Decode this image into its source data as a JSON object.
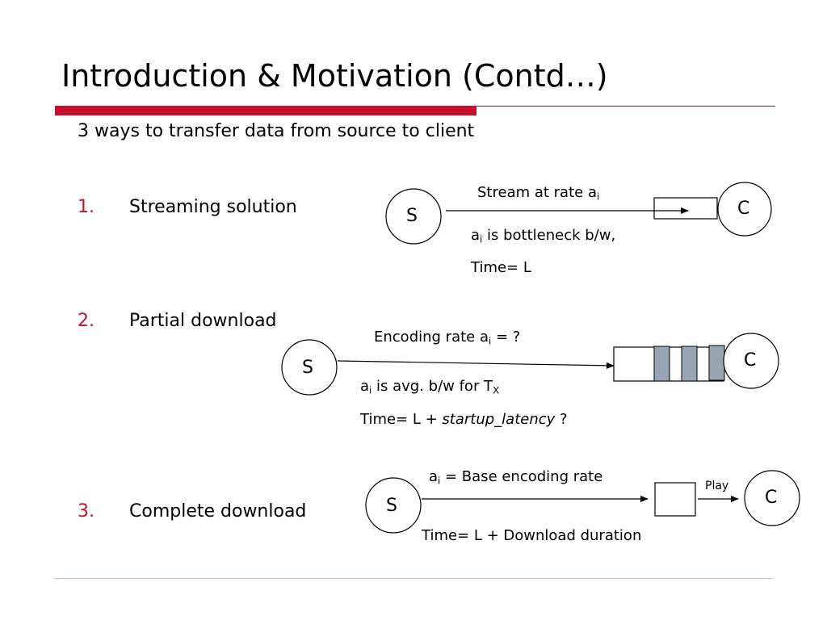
{
  "slide": {
    "title": "Introduction & Motivation (Contd…)",
    "subtitle": "3 ways to transfer data from source to client",
    "items": [
      {
        "number": "1.",
        "label": "Streaming solution"
      },
      {
        "number": "2.",
        "label": "Partial download"
      },
      {
        "number": "3.",
        "label": "Complete download"
      }
    ]
  },
  "diagram1": {
    "source": "S",
    "client": "C",
    "rate_label": "Stream at rate a",
    "rate_sub": "i",
    "note1_pre": "a",
    "note1_sub": "i",
    "note1_post": " is bottleneck b/w,",
    "note2": "Time= L"
  },
  "diagram2": {
    "source": "S",
    "client": "C",
    "rate_label": "Encoding rate a",
    "rate_sub": "i",
    "rate_post": " = ?",
    "note1_pre": "a",
    "note1_sub": "i",
    "note1_mid": " is avg. b/w for T",
    "note1_sub2": "X",
    "note2_pre": "Time=  L + ",
    "note2_italic": "startup_latency",
    "note2_post": " ?"
  },
  "diagram3": {
    "source": "S",
    "client": "C",
    "rate_pre": "a",
    "rate_sub": "i",
    "rate_post": " = Base encoding rate",
    "play": "Play",
    "note": "Time=  L + Download duration"
  },
  "colors": {
    "accent": "#c8102e",
    "buffer_fill": "#98a4b4",
    "footer_line": "#d8b6ad"
  }
}
